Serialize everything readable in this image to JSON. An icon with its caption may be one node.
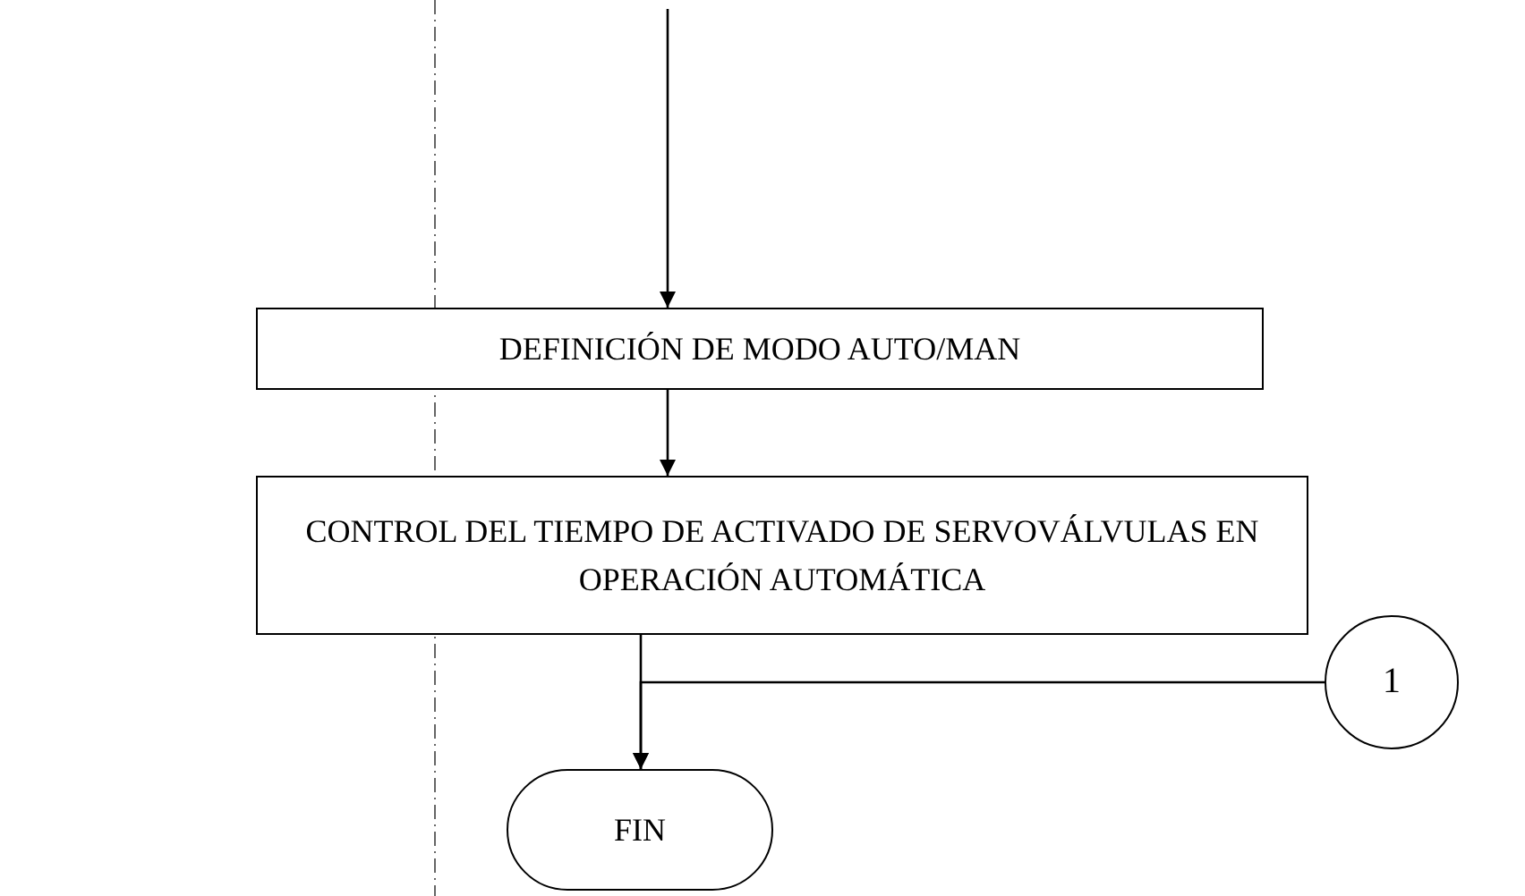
{
  "diagram": {
    "nodes": [
      {
        "text": [
          "DEFINICIÓN DE MODO AUTO/MAN"
        ]
      },
      {
        "text": [
          "CONTROL DEL TIEMPO DE ACTIVADO DE SERVOVÁLVULAS EN OPERACIÓN AUTOMÁTICA"
        ]
      },
      {
        "text": [
          "1"
        ]
      },
      {
        "text": [
          "FIN"
        ]
      }
    ],
    "edges": [
      {
        "from": null,
        "to": 0,
        "arrow": "to"
      },
      {
        "from": 0,
        "to": 1,
        "arrow": "to"
      },
      {
        "from": 1,
        "to": 3,
        "arrow": "to"
      },
      {
        "from": 2,
        "to": 3,
        "arrow": "to"
      }
    ]
  }
}
